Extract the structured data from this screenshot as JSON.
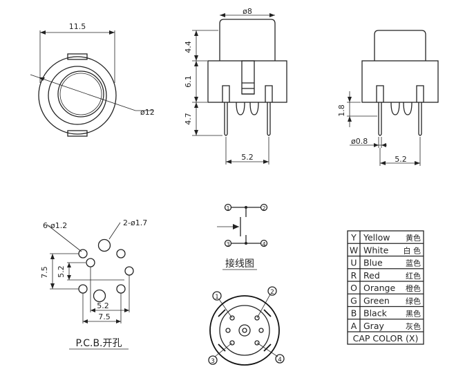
{
  "dimensions": {
    "top_width": "11.5",
    "top_dia": "ø12",
    "cap_dia": "ø8",
    "h1": "4.4",
    "h2": "6.1",
    "h3": "4.7",
    "pin_pitch": "5.2",
    "side_h": "1.8",
    "pin_dia": "ø0.8",
    "side_pitch": "5.2",
    "pcb_holes_small": "6-ø1.2",
    "pcb_holes_large": "2-ø1.7",
    "pcb_y1": "7.5",
    "pcb_y2": "5.2",
    "pcb_x1": "5.2",
    "pcb_x2": "7.5"
  },
  "labels": {
    "pcb_title": "P.C.B.开孔",
    "wiring_title": "接线图"
  },
  "pins": [
    "1",
    "2",
    "3",
    "4"
  ],
  "color_table": {
    "rows": [
      {
        "code": "Y",
        "en": "Yellow",
        "cn": "黄色"
      },
      {
        "code": "W",
        "en": "White",
        "cn": "白 色"
      },
      {
        "code": "U",
        "en": "Blue",
        "cn": "蓝色"
      },
      {
        "code": "R",
        "en": "Red",
        "cn": "红色"
      },
      {
        "code": "O",
        "en": "Orange",
        "cn": "橙色"
      },
      {
        "code": "G",
        "en": "Green",
        "cn": "绿色"
      },
      {
        "code": "B",
        "en": "Black",
        "cn": "黑色"
      },
      {
        "code": "A",
        "en": "Gray",
        "cn": "灰色"
      }
    ],
    "footer": "CAP COLOR (X)"
  }
}
